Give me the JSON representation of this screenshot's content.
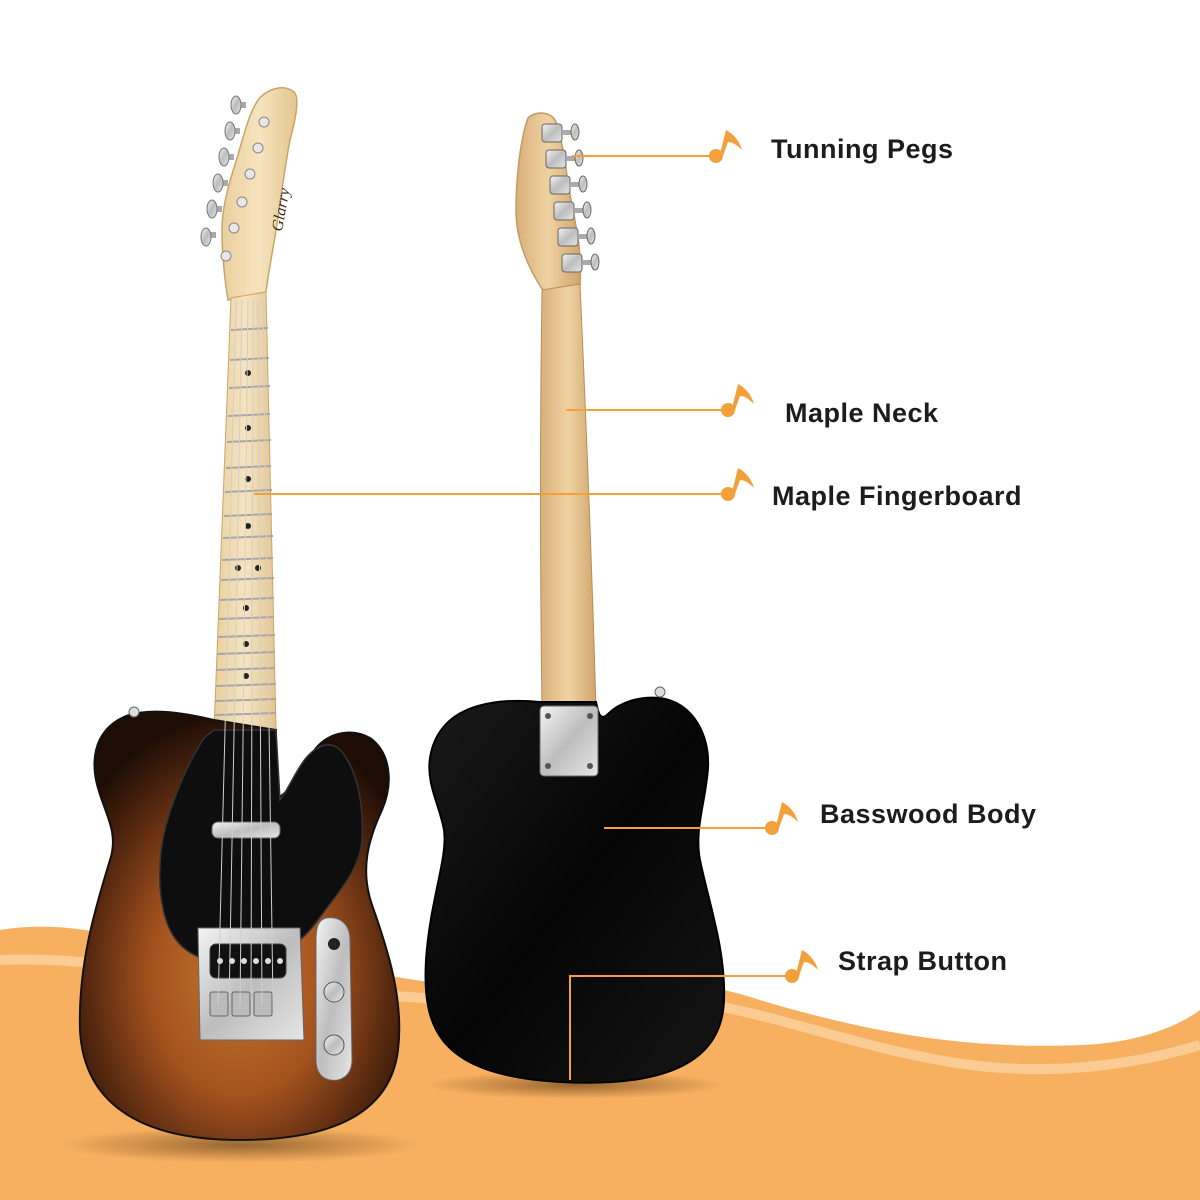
{
  "brand": "Glarry",
  "callouts": [
    {
      "id": "tuning-pegs",
      "label": "Tunning Pegs"
    },
    {
      "id": "maple-neck",
      "label": "Maple Neck"
    },
    {
      "id": "maple-fingerboard",
      "label": "Maple Fingerboard"
    },
    {
      "id": "basswood-body",
      "label": "Basswood Body"
    },
    {
      "id": "strap-button",
      "label": "Strap Button"
    }
  ],
  "colors": {
    "accent": "#f4a03a",
    "background_wave": "#f7b567",
    "maple": "#f0d9ad",
    "sunburst_center": "#b5662a",
    "sunburst_edge": "#2a1208",
    "body_black": "#0b0b0b",
    "chrome": "#d9d9d9"
  },
  "icons": {
    "callout_marker": "music-note-icon"
  }
}
